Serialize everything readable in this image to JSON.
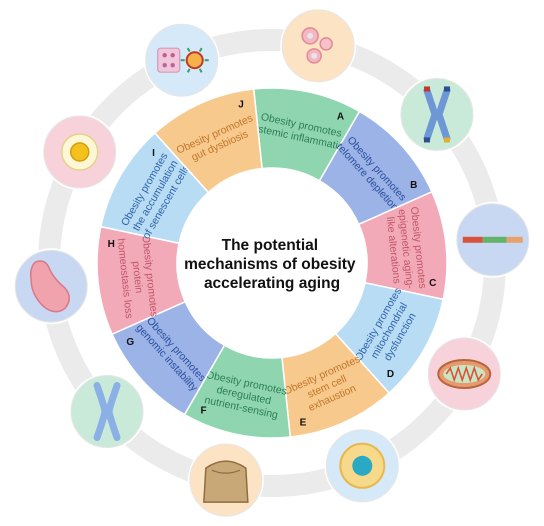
{
  "center": {
    "title_lines": [
      "The potential",
      "mechanisms of obesity",
      "accelerating aging"
    ]
  },
  "segments": [
    {
      "letter": "A",
      "color": "#8fd6b0",
      "text_color": "#2e7d55",
      "lines": [
        "Obesity promotes",
        "systemic inflammation"
      ],
      "icon": "inflamed-cells-icon"
    },
    {
      "letter": "B",
      "color": "#9bb3e6",
      "text_color": "#2b4e9e",
      "lines": [
        "Obesity promotes",
        "telomere depletion"
      ],
      "icon": "telomere-chromosome-icon"
    },
    {
      "letter": "C",
      "color": "#f2aab8",
      "text_color": "#c2566a",
      "lines": [
        "Obesity promotes",
        "epigenetic aging-",
        "like alterations"
      ],
      "icon": "dna-strand-icon"
    },
    {
      "letter": "D",
      "color": "#b9dcf5",
      "text_color": "#2f64a8",
      "lines": [
        "Obesity promotes",
        "mitochondrial",
        "dysfunction"
      ],
      "icon": "mitochondrion-icon"
    },
    {
      "letter": "E",
      "color": "#f8c98c",
      "text_color": "#c0762c",
      "lines": [
        "Obesity promotes",
        "stem cell",
        "exhaustion"
      ],
      "icon": "stem-cell-icon"
    },
    {
      "letter": "F",
      "color": "#8fd6b0",
      "text_color": "#2e7d55",
      "lines": [
        "Obesity promotes",
        "deregulated",
        "nutrient-sensing"
      ],
      "icon": "nutrient-sack-icon"
    },
    {
      "letter": "G",
      "color": "#9bb3e6",
      "text_color": "#2b4e9e",
      "lines": [
        "Obesity promotes",
        "genomic instability"
      ],
      "icon": "chromosome-icon"
    },
    {
      "letter": "H",
      "color": "#f2aab8",
      "text_color": "#c2566a",
      "lines": [
        "Obesity promotes",
        "protein",
        "homeostasis loss"
      ],
      "icon": "protein-blob-icon"
    },
    {
      "letter": "I",
      "color": "#b9dcf5",
      "text_color": "#2f64a8",
      "lines": [
        "Obesity promotes",
        "the accumulation",
        "of senescent cells"
      ],
      "icon": "senescent-cell-icon"
    },
    {
      "letter": "J",
      "color": "#f8c98c",
      "text_color": "#c0762c",
      "lines": [
        "Obesity promotes",
        "gut dysbiosis"
      ],
      "icon": "gut-bacteria-icon"
    }
  ],
  "icon_colors": [
    "#fbe3c4",
    "#c9ead9",
    "#c9d8f2",
    "#f8d2da",
    "#d6e9f8",
    "#fbe3c4",
    "#c9ead9",
    "#c9d8f2",
    "#f8d2da",
    "#d6e9f8"
  ]
}
